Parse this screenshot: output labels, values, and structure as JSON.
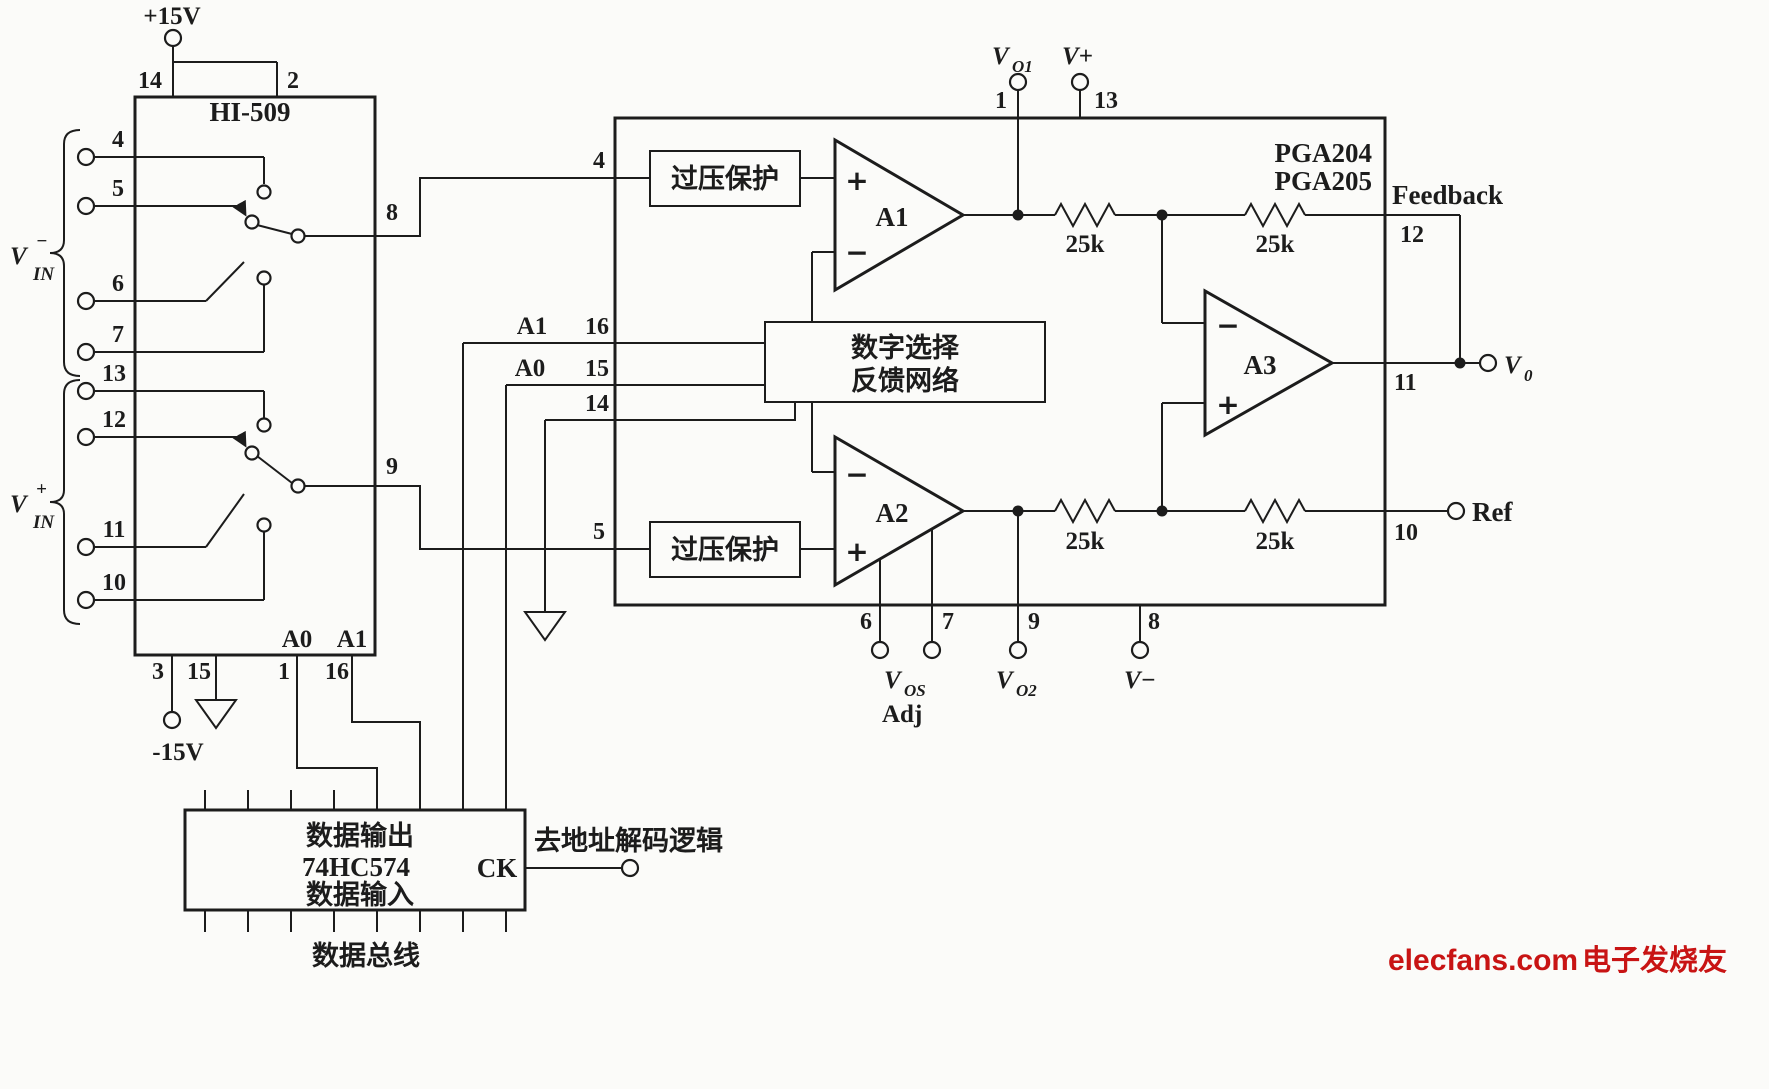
{
  "colors": {
    "ink": "#1c1c1c",
    "red": "#c81414",
    "bg": "#fbfbf9"
  },
  "power": {
    "vcc": "+15V",
    "vee": "-15V"
  },
  "hi509": {
    "name": "HI-509",
    "pin14": "14",
    "pin2": "2",
    "pin4": "4",
    "pin5": "5",
    "pin6": "6",
    "pin7": "7",
    "pin13": "13",
    "pin12": "12",
    "pin11": "11",
    "pin10": "10",
    "pin8": "8",
    "pin9": "9",
    "pin3": "3",
    "pin15": "15",
    "a0": "A0",
    "a1": "A1",
    "pin1": "1",
    "pin16": "16",
    "vin_minus": {
      "base": "V",
      "sup": "−",
      "sub": "IN"
    },
    "vin_plus": {
      "base": "V",
      "sup": "+",
      "sub": "IN"
    }
  },
  "pga": {
    "name_line1": "PGA204",
    "name_line2": "PGA205",
    "ovp": "过压保护",
    "fbnet_line1": "数字选择",
    "fbnet_line2": "反馈网络",
    "amp_a1": "A1",
    "amp_a2": "A2",
    "amp_a3": "A3",
    "plus": "+",
    "minus": "−",
    "res_value": "25k",
    "sig_a1": "A1",
    "sig_a0": "A0",
    "pin_in_top": "4",
    "pin_in_bot": "5",
    "pin16": "16",
    "pin15": "15",
    "pin14": "14",
    "pin1": "1",
    "pin13": "13",
    "pin12": "12",
    "pin11": "11",
    "pin10": "10",
    "pin6": "6",
    "pin7": "7",
    "pin9": "9",
    "pin8": "8",
    "vo1": {
      "base": "V",
      "sub": "O1"
    },
    "vplus": "V+",
    "feedback": "Feedback",
    "vo": {
      "base": "V",
      "sub": "0"
    },
    "ref": "Ref",
    "vos": {
      "base": "V",
      "sub": "OS"
    },
    "vos_line2": "Adj",
    "vo2": {
      "base": "V",
      "sub": "O2"
    },
    "vminus": "V−"
  },
  "latch": {
    "out_label": "数据输出",
    "name": "74HC574",
    "in_label": "数据输入",
    "ck": "CK",
    "decode_note": "去地址解码逻辑",
    "bus_label": "数据总线"
  },
  "watermark": {
    "en": "elecfans.com",
    "cn": "电子发烧友"
  }
}
